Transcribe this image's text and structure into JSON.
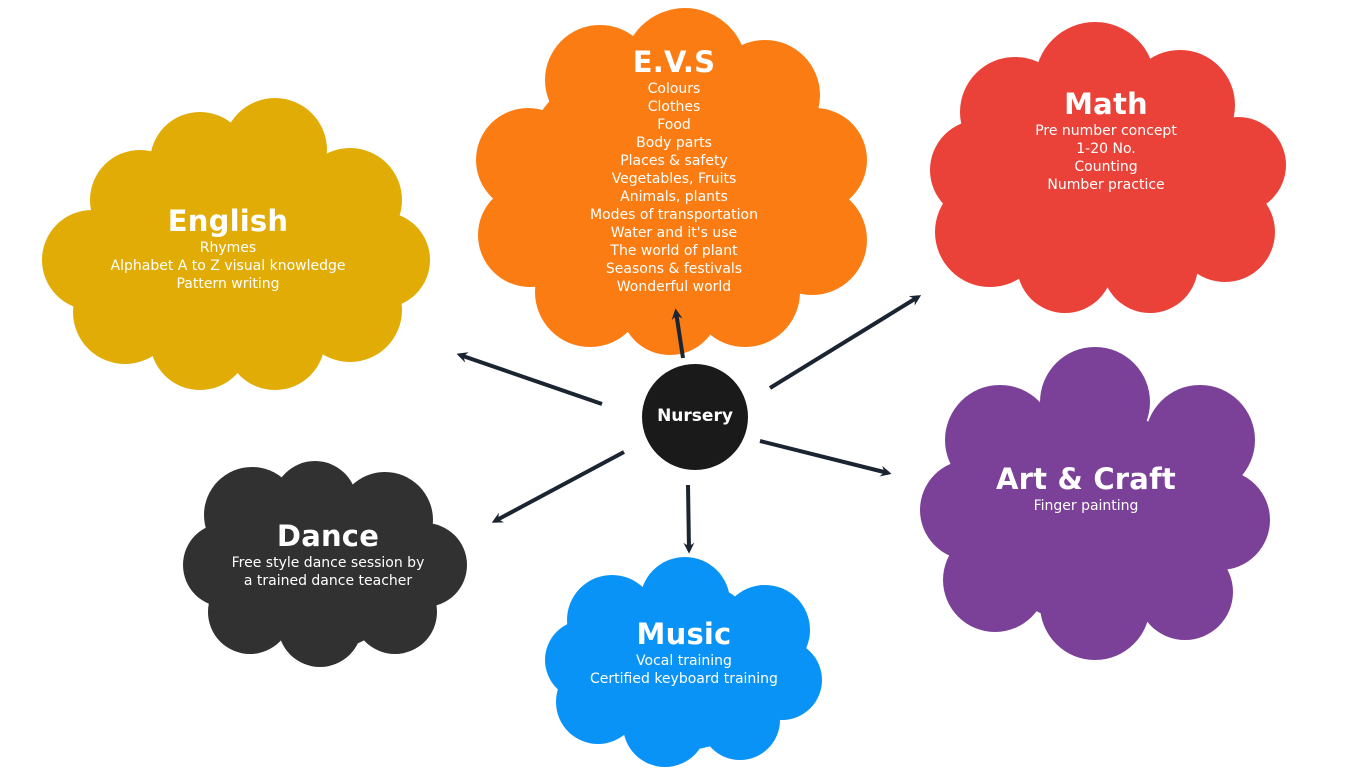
{
  "center": {
    "label": "Nursery",
    "color": "#1a1a1a"
  },
  "colors": {
    "arrow": "#1b2431",
    "text": "#ffffff"
  },
  "nodes": {
    "evs": {
      "title": "E.V.S",
      "color": "#fb7c12",
      "items": [
        "Colours",
        "Clothes",
        "Food",
        "Body parts",
        "Places & safety",
        "Vegetables, Fruits",
        "Animals, plants",
        "Modes of transportation",
        "Water and it's use",
        "The world of plant",
        "Seasons & festivals",
        "Wonderful world"
      ]
    },
    "math": {
      "title": "Math",
      "color": "#ea4238",
      "items": [
        "Pre number concept",
        "1-20 No.",
        "Counting",
        "Number practice"
      ]
    },
    "english": {
      "title": "English",
      "color": "#e2ac06",
      "items": [
        "Rhymes",
        "Alphabet A to Z visual knowledge",
        "Pattern writing"
      ]
    },
    "art": {
      "title": "Art & Craft",
      "color": "#7b4097",
      "items": [
        "Finger painting"
      ]
    },
    "dance": {
      "title": "Dance",
      "color": "#313131",
      "items": [
        "Free style dance session by",
        "a trained dance teacher"
      ]
    },
    "music": {
      "title": "Music",
      "color": "#0993f7",
      "items": [
        "Vocal training",
        "Certified keyboard training"
      ]
    }
  }
}
